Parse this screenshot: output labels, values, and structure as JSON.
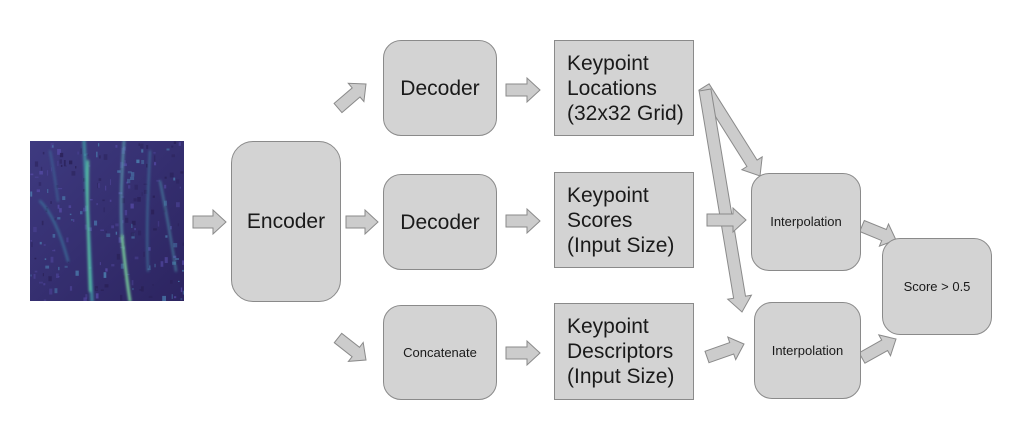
{
  "colors": {
    "node_fill": "#d3d3d3",
    "node_border": "#8a8a8a",
    "arrow_fill": "#cccccc",
    "arrow_stroke": "#8a8a8a",
    "image_base": "#3b2f6e",
    "image_streak": "#4fc3a1"
  },
  "input_image": {
    "icon": "radar-scan-image"
  },
  "nodes": {
    "encoder": "Encoder",
    "decoder_top": "Decoder",
    "decoder_mid": "Decoder",
    "concatenate": "Concatenate",
    "kp_locations": [
      "Keypoint",
      "Locations",
      "(32x32 Grid)"
    ],
    "kp_scores": [
      "Keypoint",
      "Scores",
      "(Input Size)"
    ],
    "kp_descriptors": [
      "Keypoint",
      "Descriptors",
      "(Input Size)"
    ],
    "interp_top": "Interpolation",
    "interp_bottom": "Interpolation",
    "score": "Score > 0.5"
  }
}
